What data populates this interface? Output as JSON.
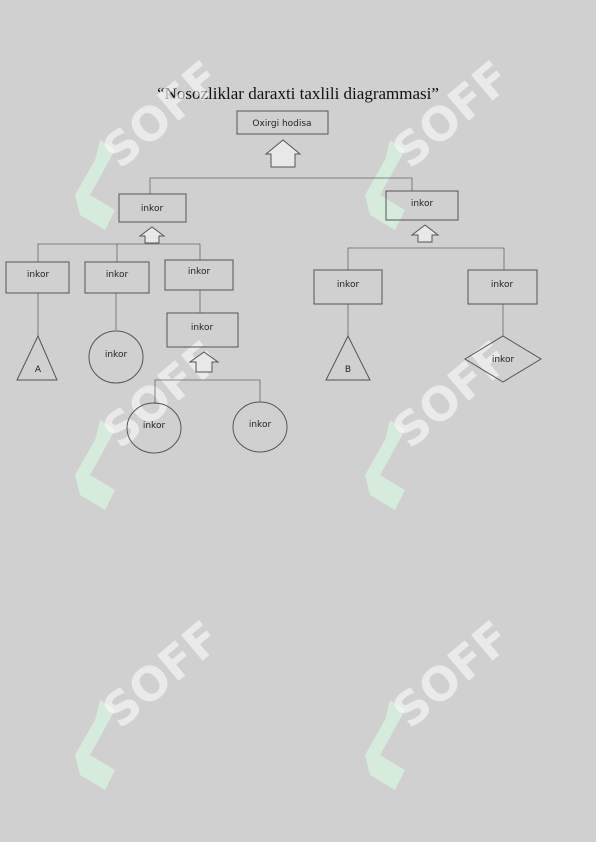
{
  "title": "“Nosozliklar daraxti taxlili diagrammasi”",
  "watermark": {
    "text": "SOFF",
    "color": "#d5eedd"
  },
  "nodes": {
    "top": "Oxirgi hodisa",
    "left_gate": "inkor",
    "right_gate": "inkor",
    "l1": "inkor",
    "l2": "inkor",
    "l3": "inkor",
    "l3_sub": "inkor",
    "l2_circle": "inkor",
    "l3_circle_a": "inkor",
    "l3_circle_b": "inkor",
    "tri_a": "A",
    "r1": "inkor",
    "r2": "inkor",
    "tri_b": "B",
    "diamond": "inkor"
  }
}
